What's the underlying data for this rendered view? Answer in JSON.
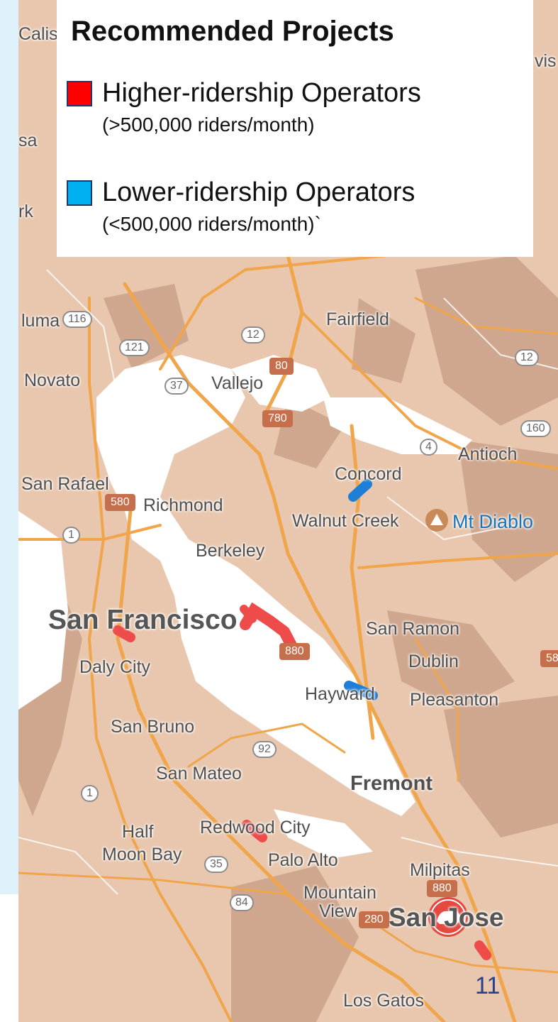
{
  "legend": {
    "title": "Recommended Projects",
    "items": [
      {
        "label": "Higher-ridership Operators",
        "sub": "(>500,000 riders/month)",
        "color": "#ff0000"
      },
      {
        "label": "Lower-ridership Operators",
        "sub": "(<500,000 riders/month)`",
        "color": "#00b0f0"
      }
    ]
  },
  "map": {
    "land_color": "#e8c7ae",
    "dark_land_color": "#c9a08a",
    "water_color": "#ffffff",
    "road_color": "#f0a54a",
    "places": {
      "fairfield": "Fairfield",
      "novato": "Novato",
      "vallejo": "Vallejo",
      "antioch": "Antioch",
      "concord": "Concord",
      "san_rafael": "San Rafael",
      "richmond": "Richmond",
      "walnut_creek": "Walnut Creek",
      "mt_diablo": "Mt Diablo",
      "berkeley": "Berkeley",
      "san_francisco": "San Francisco",
      "san_ramon": "San Ramon",
      "dublin": "Dublin",
      "daly_city": "Daly City",
      "hayward": "Hayward",
      "pleasanton": "Pleasanton",
      "san_bruno": "San Bruno",
      "san_mateo": "San Mateo",
      "fremont": "Fremont",
      "half_moon_bay_1": "Half",
      "half_moon_bay_2": "Moon Bay",
      "redwood_city": "Redwood City",
      "palo_alto": "Palo Alto",
      "milpitas": "Milpitas",
      "mountain_view_1": "Mountain",
      "mountain_view_2": "View",
      "san_jose": "San Jose",
      "los_gatos": "Los Gatos",
      "petaluma_fragment": "luma",
      "calis_fragment": "Calis",
      "sa_fragment": "sa",
      "rk_fragment": "rk",
      "vis_fragment": "vis"
    },
    "shields": {
      "r116": "116",
      "r121": "121",
      "r12a": "12",
      "r12b": "12",
      "r80": "80",
      "r37": "37",
      "r780": "780",
      "r160": "160",
      "r4": "4",
      "r580": "580",
      "r1a": "1",
      "r880a": "880",
      "r92": "92",
      "r1b": "1",
      "r35": "35",
      "r880b": "880",
      "r84": "84",
      "r280": "280",
      "r58": "58"
    }
  },
  "page_number": "11"
}
